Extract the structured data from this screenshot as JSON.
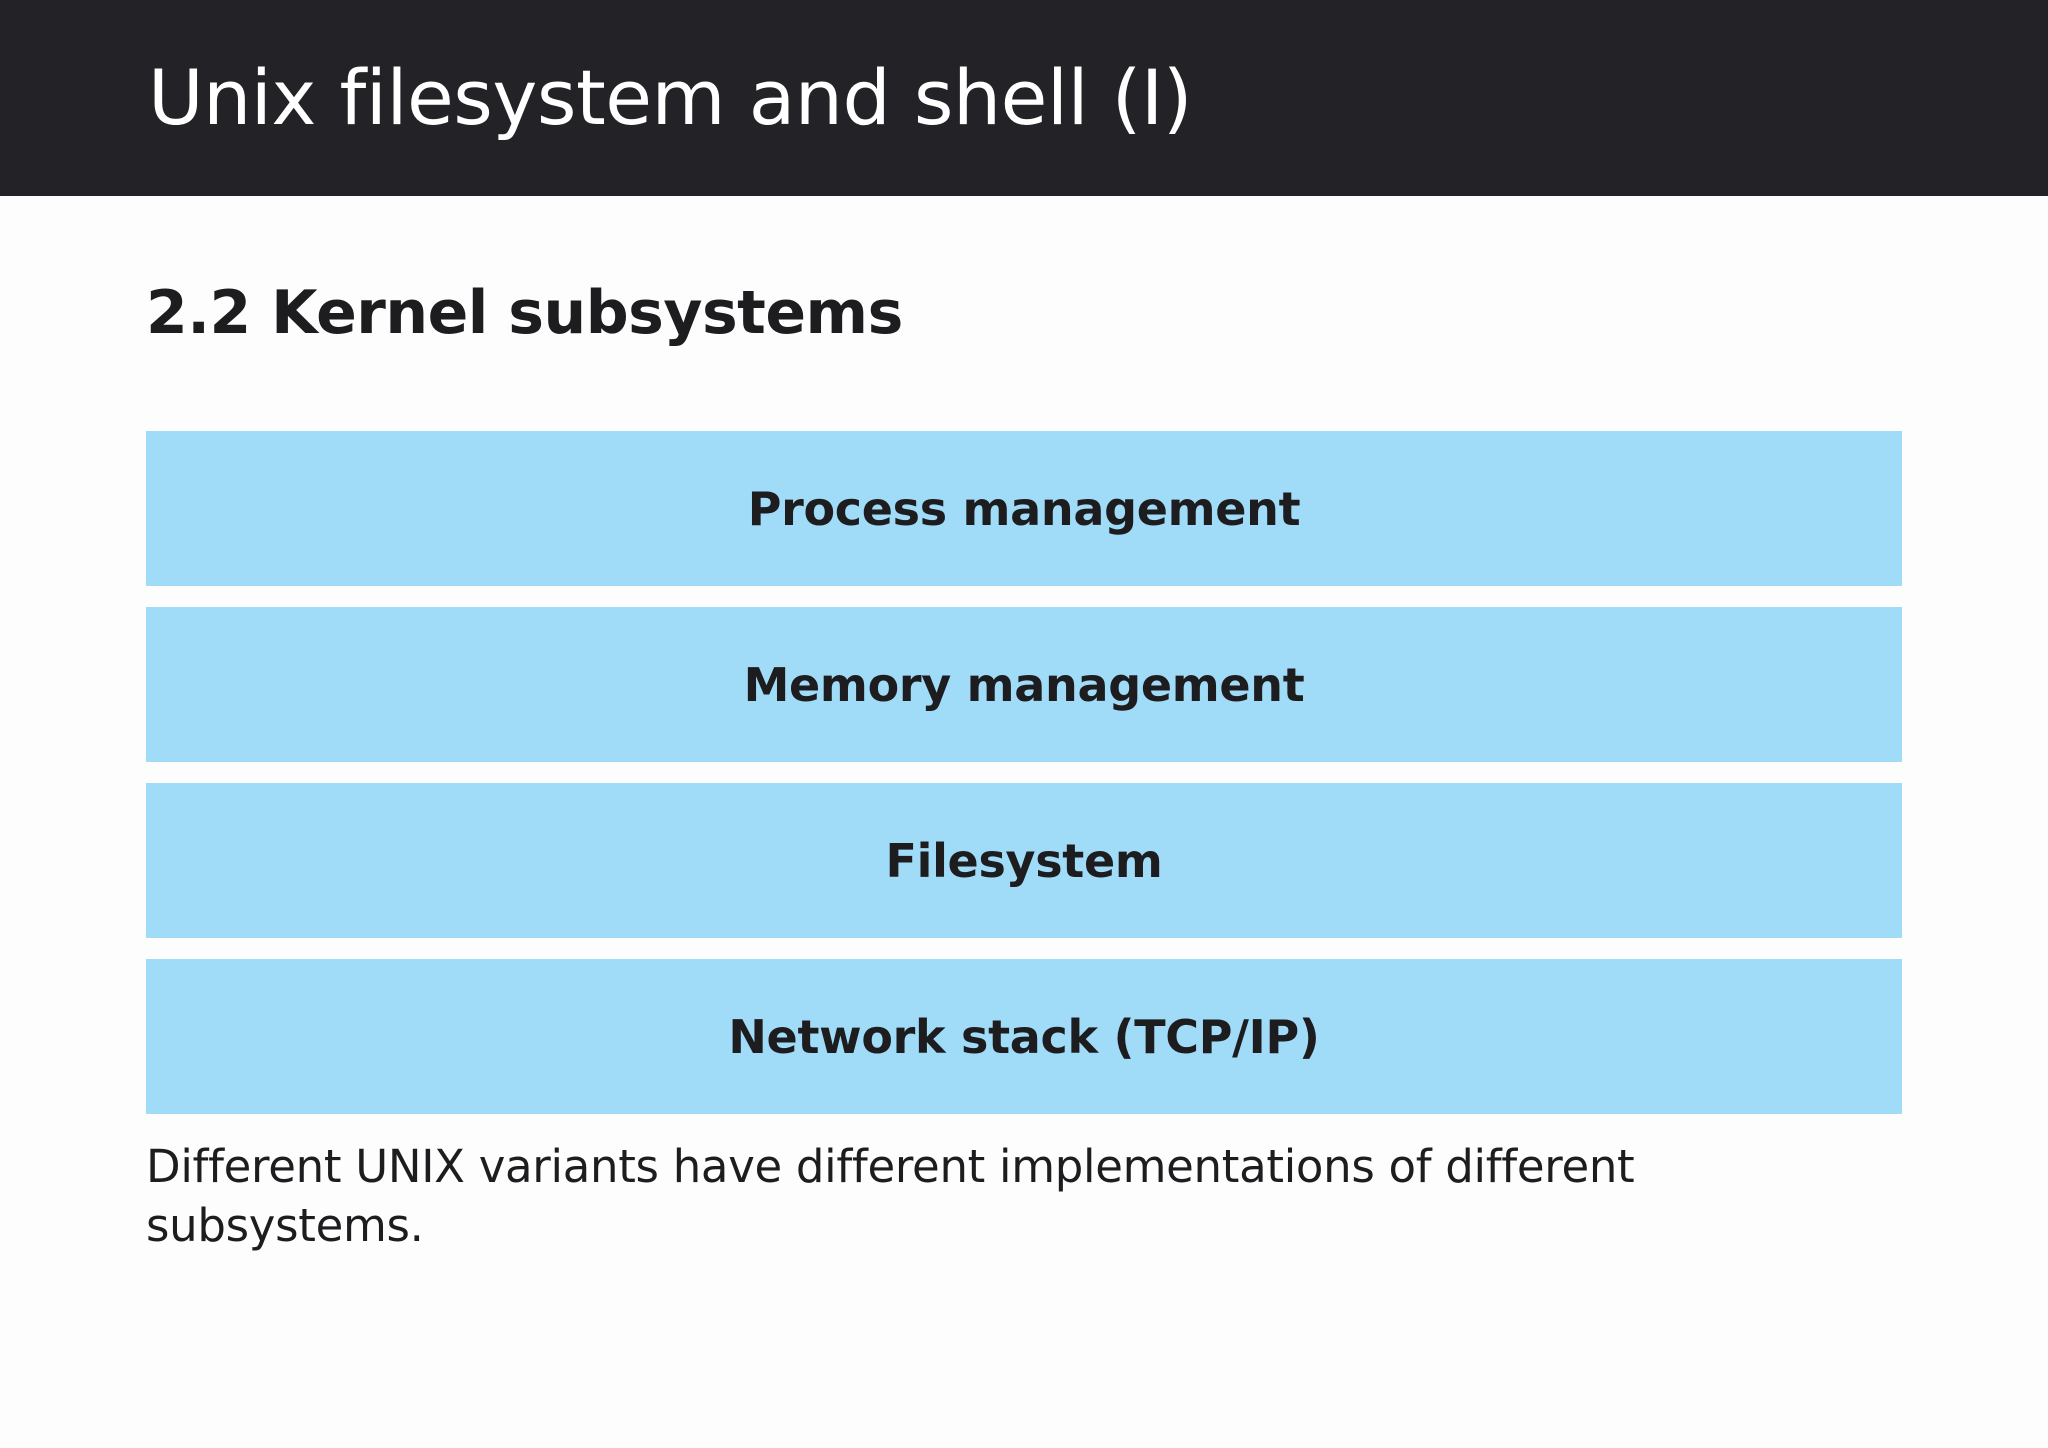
{
  "header": {
    "title": "Unix filesystem and shell (I)",
    "background_color": "#232227",
    "text_color": "#ffffff"
  },
  "section": {
    "heading": "2.2 Kernel subsystems"
  },
  "diagram": {
    "type": "stacked-blocks",
    "block_color": "#a0dbf8",
    "block_text_color": "#1d1d20",
    "blocks": [
      {
        "label": "Process management"
      },
      {
        "label": "Memory management"
      },
      {
        "label": "Filesystem"
      },
      {
        "label": "Network stack (TCP/IP)"
      }
    ]
  },
  "caption": {
    "text": "Different UNIX variants have different implementations of different subsystems."
  }
}
